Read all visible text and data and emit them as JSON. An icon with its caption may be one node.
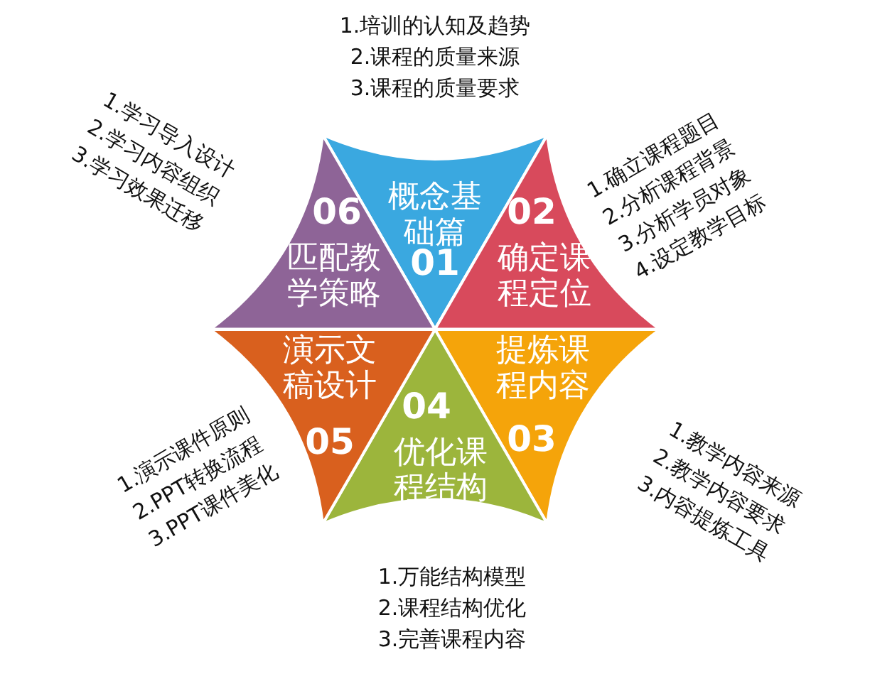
{
  "diagram": {
    "nodes": [
      {
        "text": [
          "概念基础篇",
          "01"
        ],
        "beside": [
          "1.培训的认知及趋势",
          "2.课程的质量来源",
          "3.课程的质量要求"
        ]
      },
      {
        "text": [
          "02",
          "确定课程定位"
        ],
        "beside": [
          "1.确立课程题目",
          "2.分析课程背景",
          "3.分析学员对象",
          "4.设定教学目标"
        ]
      },
      {
        "text": [
          "提炼课程内容",
          "03"
        ],
        "beside": [
          "1.教学内容来源",
          "2.教学内容要求",
          "3.内容提炼工具"
        ]
      },
      {
        "text": [
          "04",
          "优化课程结构"
        ],
        "beside": [
          "1.万能结构模型",
          "2.课程结构优化",
          "3.完善课程内容"
        ]
      },
      {
        "text": [
          "演示文稿设计",
          "05"
        ],
        "beside": [
          "1.演示课件原则",
          "2.PPT转换流程",
          "3.PPT课件美化"
        ]
      },
      {
        "text": [
          "06",
          "匹配教学策略"
        ],
        "beside": [
          "1.学习导入设计",
          "2.学习内容组织",
          "3.学习效果迁移"
        ]
      }
    ]
  }
}
